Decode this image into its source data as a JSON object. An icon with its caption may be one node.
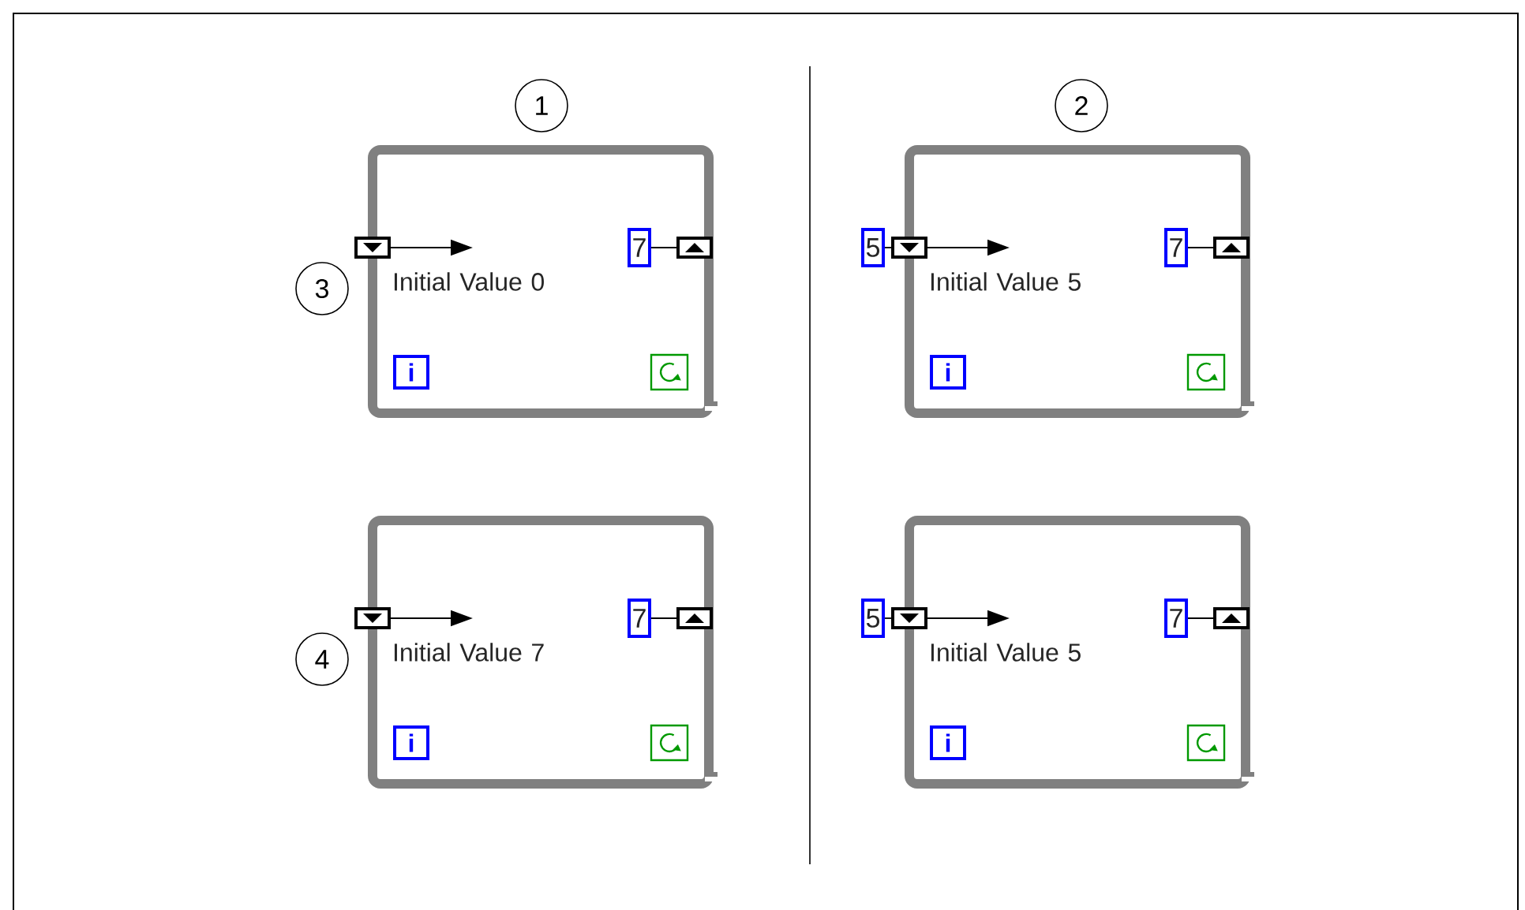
{
  "diagram": {
    "nodes": [
      {
        "text": [
          "Initial Value 0"
        ]
      },
      {
        "text": [],
        "shape": "box",
        "in": 0
      },
      {
        "text": [
          "7"
        ],
        "in": 0
      },
      {
        "text": [],
        "shape": "box",
        "in": 0
      },
      {
        "text": [
          "i"
        ],
        "in": 0
      },
      {
        "text": [],
        "shape": "box",
        "in": 0
      },
      {
        "text": [
          "Initial Value 5"
        ]
      },
      {
        "text": [
          "5"
        ]
      },
      {
        "text": [],
        "shape": "box",
        "in": 6
      },
      {
        "text": [
          "7"
        ],
        "in": 6
      },
      {
        "text": [],
        "shape": "box",
        "in": 6
      },
      {
        "text": [
          "i"
        ],
        "in": 6
      },
      {
        "text": [],
        "shape": "box",
        "in": 6
      },
      {
        "text": [
          "Initial Value 7"
        ]
      },
      {
        "text": [],
        "shape": "box",
        "in": 13
      },
      {
        "text": [
          "7"
        ],
        "in": 13
      },
      {
        "text": [],
        "shape": "box",
        "in": 13
      },
      {
        "text": [
          "i"
        ],
        "in": 13
      },
      {
        "text": [],
        "shape": "box",
        "in": 13
      },
      {
        "text": [
          "Initial Value 5"
        ]
      },
      {
        "text": [
          "5"
        ]
      },
      {
        "text": [],
        "shape": "box",
        "in": 19
      },
      {
        "text": [
          "7"
        ],
        "in": 19
      },
      {
        "text": [],
        "shape": "box",
        "in": 19
      },
      {
        "text": [
          "i"
        ],
        "in": 19
      },
      {
        "text": [],
        "shape": "box",
        "in": 19
      }
    ],
    "edges": [
      {
        "from": 1,
        "to": null,
        "arrow": "to"
      },
      {
        "from": 2,
        "to": 3,
        "arrow": "none"
      },
      {
        "from": 7,
        "to": 8,
        "arrow": "none"
      },
      {
        "from": 8,
        "to": null,
        "arrow": "to"
      },
      {
        "from": 9,
        "to": 10,
        "arrow": "none"
      },
      {
        "from": 14,
        "to": null,
        "arrow": "to"
      },
      {
        "from": 15,
        "to": 16,
        "arrow": "none"
      },
      {
        "from": 20,
        "to": 21,
        "arrow": "none"
      },
      {
        "from": 21,
        "to": null,
        "arrow": "to"
      },
      {
        "from": 22,
        "to": 23,
        "arrow": "none"
      }
    ],
    "labels": [
      "1",
      "2",
      "3",
      "4"
    ]
  }
}
